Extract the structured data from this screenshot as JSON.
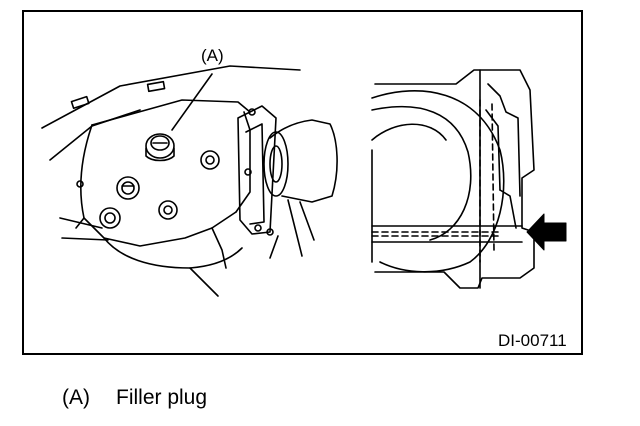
{
  "diagram": {
    "callout": "(A)",
    "figure_id": "DI-00711"
  },
  "legend": {
    "items": [
      {
        "letter": "(A)",
        "text": "Filler plug"
      }
    ]
  },
  "icons": {
    "indicator": "arrow-left-icon"
  }
}
